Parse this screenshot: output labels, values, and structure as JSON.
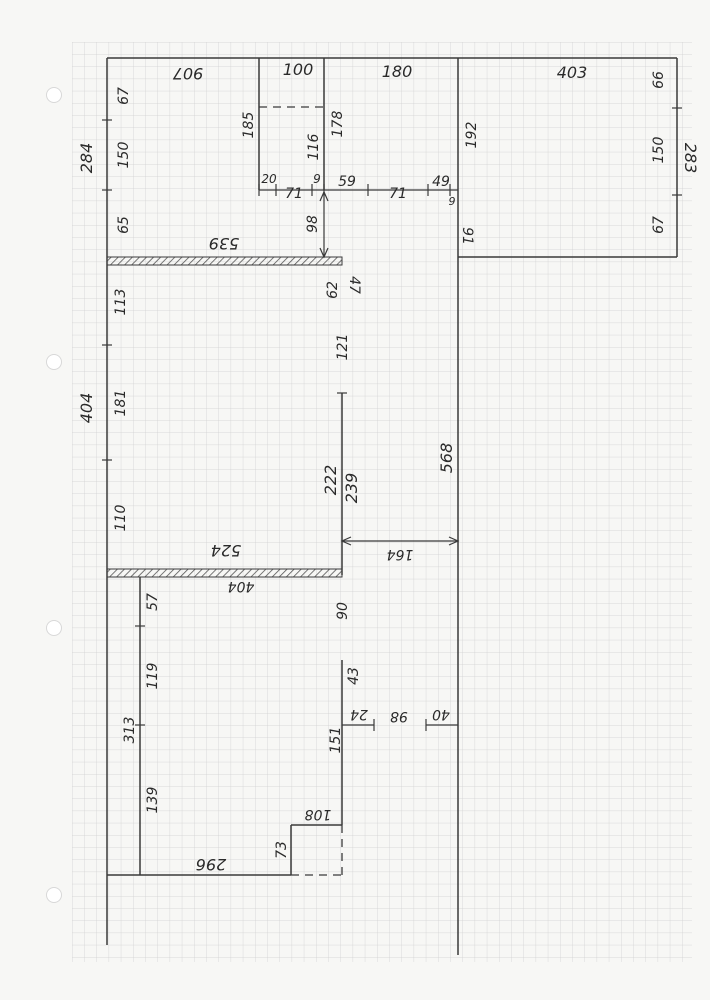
{
  "paper": {
    "background": "#f7f7f5",
    "grid_color": "#cfcfcf",
    "ink_color": "#3a3a3a",
    "hatch_color": "#555555"
  },
  "top_dims": {
    "w907": "907",
    "w100": "100",
    "w180": "180",
    "w403": "403"
  },
  "left_dims": {
    "h284": "284",
    "h67": "67",
    "h150": "150",
    "h65": "65",
    "h404": "404",
    "h113": "113",
    "h181": "181",
    "h110": "110",
    "h313": "313",
    "h57": "57",
    "h119": "119",
    "h139": "139"
  },
  "right_dims": {
    "h283": "283",
    "h66": "66",
    "h150": "150",
    "h67": "67"
  },
  "inner_dims": {
    "d185": "185",
    "d116": "116",
    "d178": "178",
    "d192": "192",
    "d20": "20",
    "d71a": "71",
    "d9a": "9",
    "d59": "59",
    "d71b": "71",
    "d49": "49",
    "d9b": "9",
    "d98": "98",
    "d91": "91",
    "d539": "539",
    "d62": "62",
    "d47": "47",
    "d121": "121",
    "d222": "222",
    "d239": "239",
    "d568": "568",
    "d164": "164",
    "d524": "524",
    "d404b": "404",
    "d90": "90",
    "d43": "43",
    "d24": "24",
    "d98b": "98",
    "d40": "40",
    "d151": "151",
    "d108": "108",
    "d73": "73",
    "d296": "296"
  }
}
